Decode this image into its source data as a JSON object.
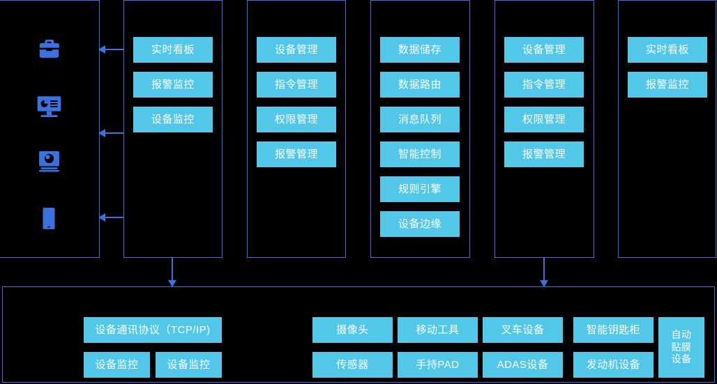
{
  "theme": {
    "background": "#000000",
    "frame_border": "#3b72e0",
    "chip_fill": "#52c7e8",
    "chip_text": "#ffffff",
    "arrow": "#3b72e0",
    "icon": "#3b72e0"
  },
  "columns": [
    {
      "id": "actors",
      "name": "actor-column",
      "icons": [
        {
          "name": "toolbox-icon",
          "label": "toolbox"
        },
        {
          "name": "monitor-dashboard-icon",
          "label": "monitor-dashboard"
        },
        {
          "name": "camera-icon",
          "label": "camera"
        },
        {
          "name": "mobile-phone-icon",
          "label": "mobile-phone"
        }
      ],
      "chips": []
    },
    {
      "id": "application",
      "name": "application-column",
      "chips": [
        {
          "label": "实时看板"
        },
        {
          "label": "报警监控"
        },
        {
          "label": "设备监控"
        }
      ]
    },
    {
      "id": "management",
      "name": "management-column",
      "chips": [
        {
          "label": "设备管理"
        },
        {
          "label": "指令管理"
        },
        {
          "label": "权限管理"
        },
        {
          "label": "报警管理"
        }
      ]
    },
    {
      "id": "platform",
      "name": "platform-column",
      "chips": [
        {
          "label": "数据储存"
        },
        {
          "label": "数据路由"
        },
        {
          "label": "消息队列"
        },
        {
          "label": "智能控制"
        },
        {
          "label": "规则引擎"
        },
        {
          "label": "设备边缘"
        }
      ]
    },
    {
      "id": "management-2",
      "name": "management-column-secondary",
      "chips": [
        {
          "label": "设备管理"
        },
        {
          "label": "指令管理"
        },
        {
          "label": "权限管理"
        },
        {
          "label": "报警管理"
        }
      ]
    },
    {
      "id": "application-2",
      "name": "application-column-secondary",
      "chips": [
        {
          "label": "实时看板"
        },
        {
          "label": "报警监控"
        }
      ]
    }
  ],
  "bottom_panel": {
    "name": "device-layer-panel",
    "protocol_group": {
      "name": "protocol-group",
      "chips": [
        {
          "label": "设备通讯协议（TCP/IP)"
        },
        {
          "label": "设备监控"
        },
        {
          "label": "设备监控"
        }
      ]
    },
    "device_group": {
      "name": "device-group",
      "row_top": [
        {
          "label": "摄像头"
        },
        {
          "label": "移动工具"
        },
        {
          "label": "叉车设备"
        },
        {
          "label": "智能钥匙柜"
        }
      ],
      "row_bottom": [
        {
          "label": "传感器"
        },
        {
          "label": "手持PAD"
        },
        {
          "label": "ADAS设备"
        },
        {
          "label": "发动机设备"
        }
      ],
      "tall_chip": {
        "label": "自动\n贴膜\n设备"
      }
    }
  },
  "connectors": {
    "left_arrows": [
      {
        "name": "arrow-to-actor-1"
      },
      {
        "name": "arrow-to-actor-2"
      },
      {
        "name": "arrow-to-actor-3"
      }
    ],
    "down_arrows": [
      {
        "name": "arrow-application-to-device-layer"
      },
      {
        "name": "arrow-management-to-device-layer"
      }
    ]
  }
}
